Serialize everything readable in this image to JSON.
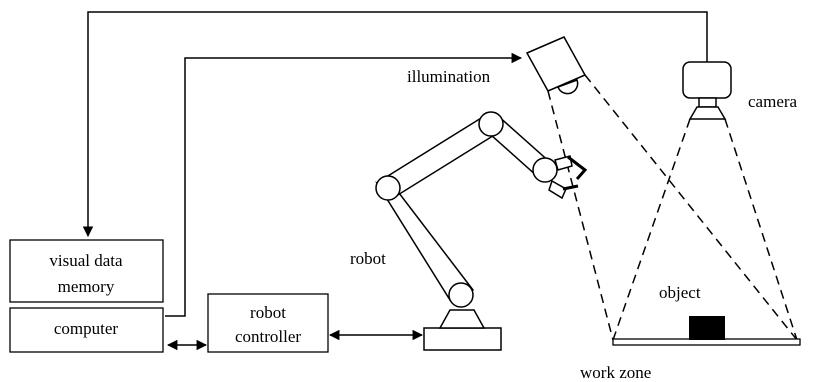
{
  "labels": {
    "illumination": "illumination",
    "camera": "camera",
    "robot": "robot",
    "object": "object",
    "work_zone": "work zone",
    "visual_data_memory_line1": "visual data",
    "visual_data_memory_line2": "memory",
    "computer": "computer",
    "robot_controller_line1": "robot",
    "robot_controller_line2": "controller"
  }
}
